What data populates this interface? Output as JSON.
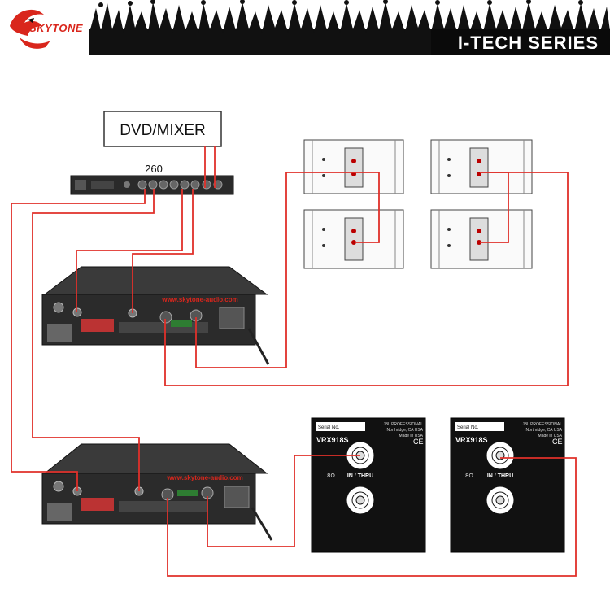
{
  "header": {
    "brand": "SKYTONE",
    "series": "I-TECH SERIES"
  },
  "source": {
    "label": "DVD/MIXER"
  },
  "processor": {
    "label": "260"
  },
  "amplifiers": {
    "watermark_top": "www.skytone-audio.com",
    "watermark_bottom": "www.skytone-audio.com"
  },
  "subwoofers": [
    {
      "model": "VRX918S",
      "impedance": "8Ω",
      "connector_label": "IN / THRU",
      "serial": "Serial No.",
      "maker": "JBL PROFESSIONAL",
      "city": "Northridge, CA USA",
      "origin": "Made in USA",
      "mark": "CE"
    },
    {
      "model": "VRX918S",
      "impedance": "8Ω",
      "connector_label": "IN / THRU",
      "serial": "Serial No.",
      "maker": "JBL PROFESSIONAL",
      "city": "Northridge, CA USA",
      "origin": "Made in USA",
      "mark": "CE"
    }
  ],
  "colors": {
    "cable": "#e0302a",
    "chassis": "#2b2b2b",
    "header_band": "#111111"
  }
}
